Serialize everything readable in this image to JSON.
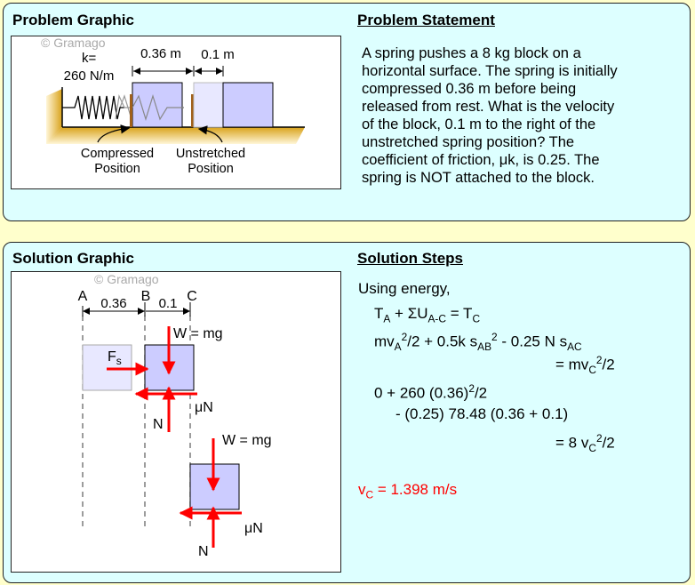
{
  "problem": {
    "graphic_title": "Problem Graphic",
    "statement_title": "Problem Statement",
    "graphic": {
      "watermark": "© Gramago",
      "k_label": "k=",
      "k_value": "260 N/m",
      "dim1": "0.36 m",
      "dim2": "0.1 m",
      "label_compressed_1": "Compressed",
      "label_compressed_2": "Position",
      "label_unstretched_1": "Unstretched",
      "label_unstretched_2": "Position"
    },
    "statement_lines": [
      "A spring pushes a 8 kg block on a",
      "horizontal surface. The spring is initially",
      "compressed 0.36 m before being",
      "released from rest. What is the velocity",
      "of the block, 0.1 m to the right of the",
      "unstretched spring position? The",
      "coefficient of friction, μk, is 0.25. The",
      "spring is NOT attached to the block."
    ]
  },
  "solution": {
    "graphic_title": "Solution Graphic",
    "steps_title": "Solution Steps",
    "graphic": {
      "watermark": "© Gramago",
      "point_a": "A",
      "point_b": "B",
      "point_c": "C",
      "dim_ab": "0.36",
      "dim_bc": "0.1",
      "fs_label": "F",
      "fs_sub": "s",
      "weight_label": "W = mg",
      "friction_label": "μN",
      "normal_label": "N"
    },
    "steps": {
      "intro": "Using energy,",
      "answer_var": "v",
      "answer_sub": "C",
      "answer_value": " = 1.398 m/s"
    },
    "answer_color": "#ff0000"
  }
}
